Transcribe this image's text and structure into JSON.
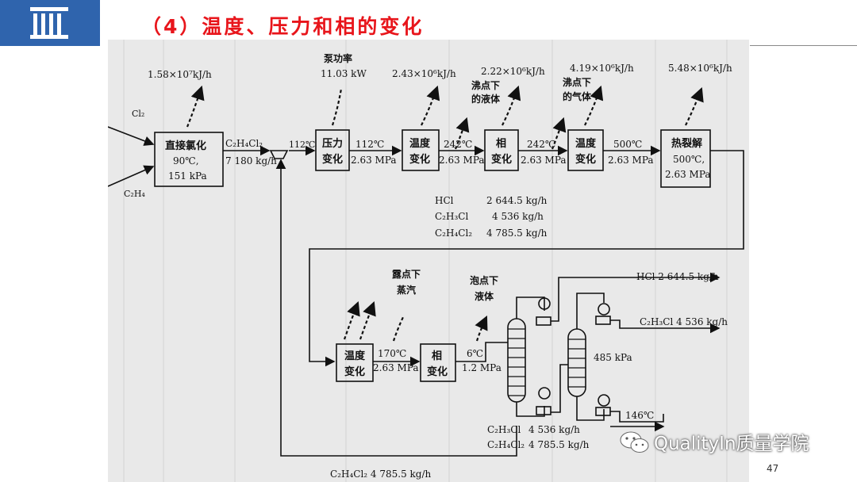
{
  "header": {
    "title": "（4）温度、压力和相的变化",
    "page_number": "47"
  },
  "watermark": {
    "text": "QualityIn质量学院"
  },
  "diagram": {
    "inputs": {
      "cl2": "Cl₂",
      "c2h4": "C₂H₄"
    },
    "heat_labels": {
      "h1": "1.58×10⁷kJ/h",
      "pump": "泵功率",
      "pump_val": "11.03 kW",
      "h2": "2.43×10⁶kJ/h",
      "h3": "2.22×10⁶kJ/h",
      "h3_note1": "沸点下",
      "h3_note2": "的液体",
      "h4": "4.19×10⁶kJ/h",
      "h4_note1": "沸点下",
      "h4_note2": "的气体",
      "h5": "5.48×10⁶kJ/h"
    },
    "boxes": {
      "b1_l1": "直接氯化",
      "b1_l2": "90℃,",
      "b1_l3": "151 kPa",
      "b2_l1": "压力",
      "b2_l2": "变化",
      "b3_l1": "温度",
      "b3_l2": "变化",
      "b4_l1": "相",
      "b4_l2": "变化",
      "b5_l1": "温度",
      "b5_l2": "变化",
      "b6_l1": "热裂解",
      "b6_l2": "500℃,",
      "b6_l3": "2.63 MPa",
      "b7_l1": "温度",
      "b7_l2": "变化",
      "b8_l1": "相",
      "b8_l2": "变化"
    },
    "streams": {
      "s1_l1": "C₂H₄Cl₂",
      "s1_l2": "7 180 kg/h",
      "s2": "112℃",
      "s3_l1": "112℃",
      "s3_l2": "2.63 MPa",
      "s4_l1": "242℃",
      "s4_l2": "2.63 MPa",
      "s5_l1": "242℃",
      "s5_l2": "2.63 MPa",
      "s6_l1": "500℃",
      "s6_l2": "2.63 MPa",
      "s7_l1": "170℃",
      "s7_l2": "2.63 MPa",
      "s8_l1": "6℃",
      "s8_l2": "1.2 MPa",
      "s9": "485 kPa",
      "s10": "146℃"
    },
    "composition": {
      "hcl": "HCl",
      "hcl_v": "2 644.5 kg/h",
      "vcm": "C₂H₃Cl",
      "vcm_v": "4 536 kg/h",
      "edc": "C₂H₄Cl₂",
      "edc_v": "4 785.5 kg/h"
    },
    "lower_notes": {
      "dew1": "露点下",
      "dew2": "蒸汽",
      "bub1": "泡点下",
      "bub2": "液体"
    },
    "outputs": {
      "out_hcl": "HCl 2 644.5 kg/h",
      "out_vcm": "C₂H₃Cl 4 536 kg/h",
      "bot_vcm": "C₂H₃Cl",
      "bot_vcm_v": "4 536 kg/h",
      "bot_edc": "C₂H₄Cl₂",
      "bot_edc_v": "4 785.5 kg/h",
      "recycle": "C₂H₄Cl₂ 4 785.5 kg/h"
    }
  }
}
